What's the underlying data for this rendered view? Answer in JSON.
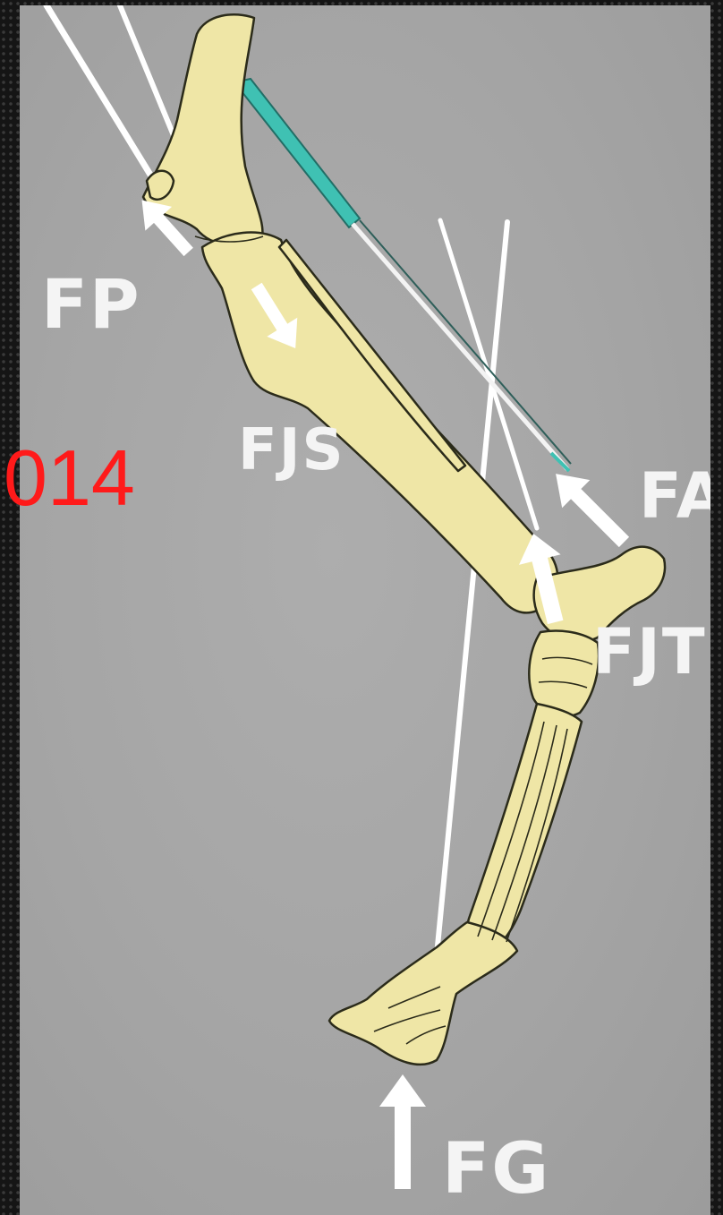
{
  "slide_number": "014",
  "force_labels": {
    "fp": "FP",
    "fjs": "FJS",
    "fa": "FA",
    "fjt": "FJT",
    "fg": "FG"
  },
  "colors": {
    "background": "#a9a9a9",
    "bone": "#efe6a6",
    "bone_outline": "#2b2b1a",
    "tendon": "#3fc1b3",
    "force_lines": "#ffffff",
    "slide_number": "#ff1a1a"
  }
}
